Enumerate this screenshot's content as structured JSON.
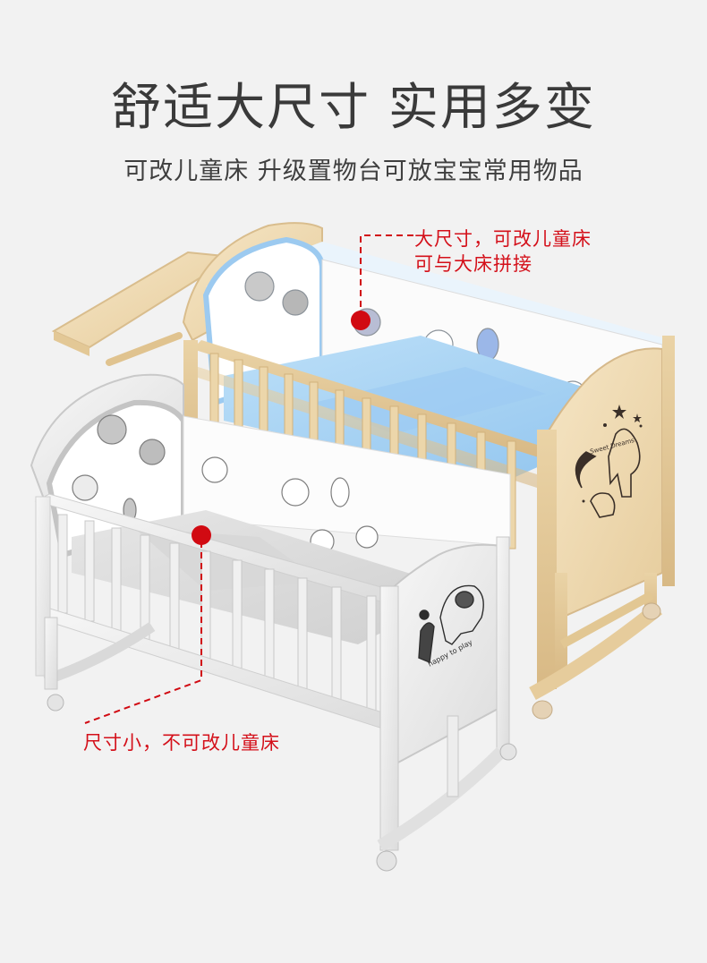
{
  "header": {
    "title": "舒适大尺寸 实用多变",
    "subtitle": "可改儿童床 升级置物台可放宝宝常用物品"
  },
  "callouts": {
    "large_crib": {
      "line1": "大尺寸，可改儿童床",
      "line2": "可与大床拼接"
    },
    "small_crib": {
      "line1": "尺寸小，不可改儿童床"
    }
  },
  "products": {
    "wooden_crib": {
      "decal_text": "Sweet Dreams"
    },
    "white_crib": {
      "decal_text": "happy to play"
    }
  },
  "colors": {
    "background": "#f2f2f2",
    "title": "#3a3a3a",
    "accent_red": "#d10a12",
    "wood": "#f0dcb4",
    "mattress_blue": "#a9d3f3",
    "white_crib": "#ececec"
  }
}
